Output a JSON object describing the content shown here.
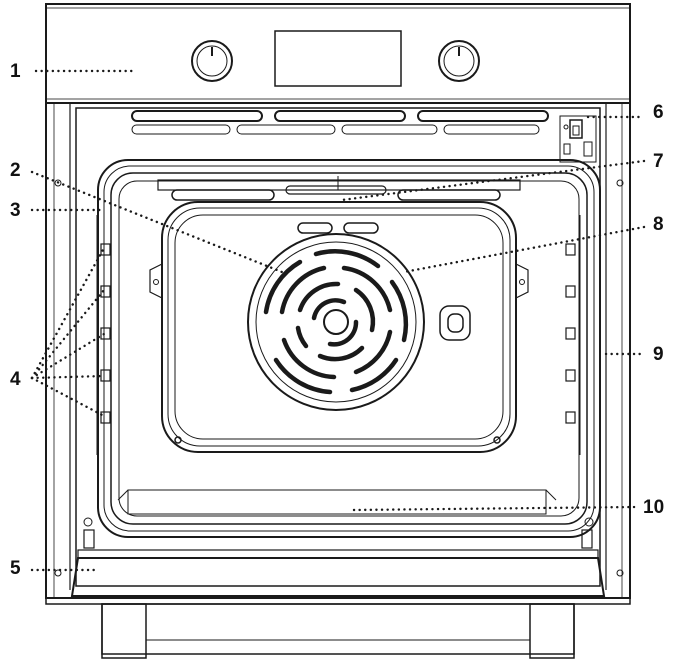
{
  "labels": [
    {
      "text": "1",
      "part": "control-panel"
    },
    {
      "text": "2",
      "part": "fan"
    },
    {
      "text": "3",
      "part": "side-wall"
    },
    {
      "text": "4",
      "part": "shelf-supports"
    },
    {
      "text": "5",
      "part": "door"
    },
    {
      "text": "6",
      "part": "door-switch"
    },
    {
      "text": "7",
      "part": "top-heating-element"
    },
    {
      "text": "8",
      "part": "fan-cover"
    },
    {
      "text": "9",
      "part": "side-rail"
    },
    {
      "text": "10",
      "part": "oven-floor"
    }
  ],
  "colors": {
    "line": "#1a1a1a",
    "background": "#ffffff"
  }
}
